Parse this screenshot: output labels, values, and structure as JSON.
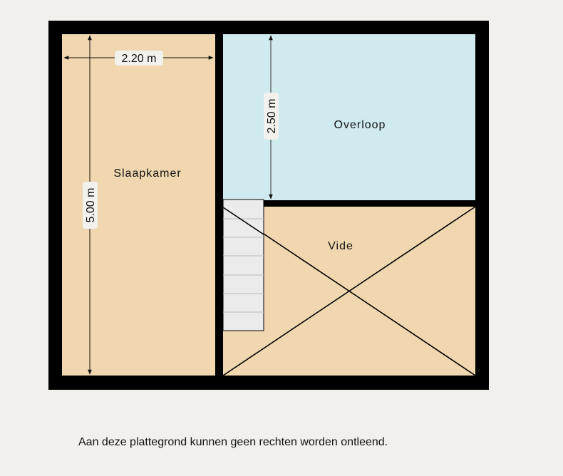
{
  "rooms": {
    "slaapkamer": "Slaapkamer",
    "overloop": "Overloop",
    "vide": "Vide"
  },
  "dimensions": {
    "slaapkamer_width": "2.20 m",
    "slaapkamer_length": "5.00 m",
    "overloop_length": "2.50 m"
  },
  "disclaimer": "Aan deze plattegrond kunnen geen rechten worden ontleend.",
  "colors": {
    "wall": "#000000",
    "room_warm": "#f0d7b0",
    "room_cool": "#cfebf0",
    "stairs": "#ebebeb",
    "background": "#f1f0ec"
  }
}
